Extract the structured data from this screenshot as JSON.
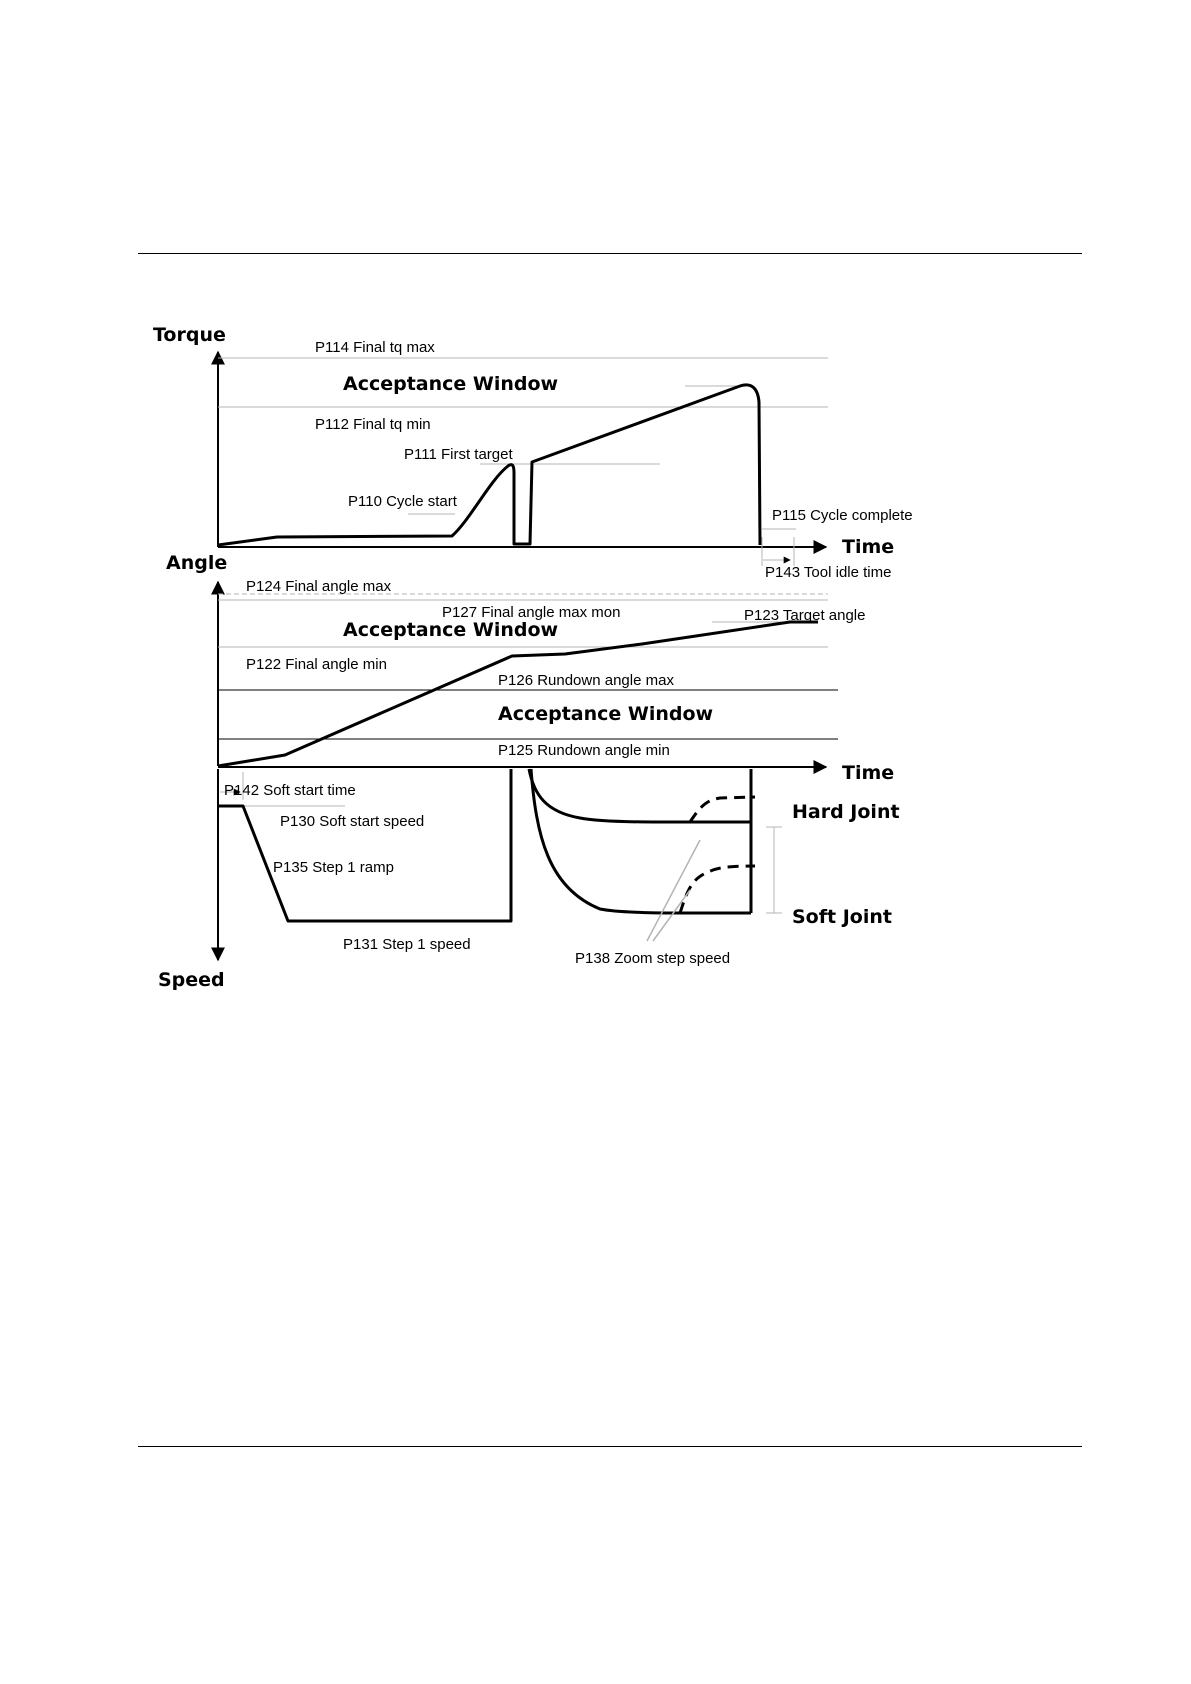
{
  "torque_section": {
    "axis_y_label": "Torque",
    "axis_x_label": "Time",
    "window_title": "Acceptance Window",
    "params": {
      "final_tq_max": "P114 Final tq max",
      "final_tq_min": "P112 Final tq min",
      "first_target": "P111 First target",
      "cycle_start": "P110 Cycle start",
      "cycle_complete": "P115 Cycle complete",
      "tool_idle_time": "P143 Tool idle time"
    }
  },
  "angle_section": {
    "axis_y_label": "Angle",
    "axis_x_label": "Time",
    "window_title_final": "Acceptance Window",
    "window_title_rundown": "Acceptance Window",
    "params": {
      "final_angle_max": "P124 Final angle max",
      "final_angle_max_mon": "P127 Final angle max mon",
      "target_angle": "P123 Target angle",
      "final_angle_min": "P122 Final angle min",
      "rundown_angle_max": "P126 Rundown angle max",
      "rundown_angle_min": "P125 Rundown angle min"
    }
  },
  "speed_section": {
    "axis_y_label": "Speed",
    "hard_joint": "Hard Joint",
    "soft_joint": "Soft Joint",
    "params": {
      "soft_start_time": "P142 Soft start time",
      "soft_start_speed": "P130 Soft start speed",
      "step1_ramp": "P135 Step 1 ramp",
      "step1_speed": "P131 Step 1 speed",
      "zoom_step_speed": "P138 Zoom step speed"
    }
  },
  "colors": {
    "ink": "#000000",
    "guide_line": "#b4b4b4",
    "page_background": "#ffffff"
  }
}
